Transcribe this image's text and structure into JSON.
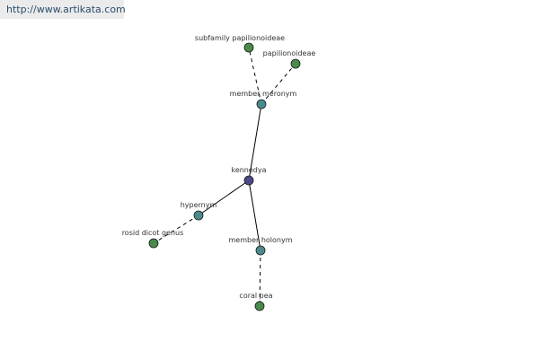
{
  "site": {
    "url": "http://www.artikata.com"
  },
  "graph": {
    "nodes": [
      {
        "id": "subfamily-papilionoideae",
        "label": "subfamily papilionoideae",
        "color": "#4a8a4a"
      },
      {
        "id": "papilionoideae",
        "label": "papilionoideae",
        "color": "#4a8a4a"
      },
      {
        "id": "member-meronym",
        "label": "member meronym",
        "color": "#4a8a8a"
      },
      {
        "id": "kennedya",
        "label": "kennedya",
        "color": "#4a4a8a"
      },
      {
        "id": "hypernym",
        "label": "hypernym",
        "color": "#4a8a8a"
      },
      {
        "id": "rosid-dicot-genus",
        "label": "rosid dicot genus",
        "color": "#4a8a4a"
      },
      {
        "id": "member-holonym",
        "label": "member holonym",
        "color": "#4a8a8a"
      },
      {
        "id": "coral-pea",
        "label": "coral pea",
        "color": "#4a8a4a"
      }
    ],
    "edges": [
      {
        "from": "kennedya",
        "to": "member-meronym",
        "style": "solid"
      },
      {
        "from": "kennedya",
        "to": "hypernym",
        "style": "solid"
      },
      {
        "from": "kennedya",
        "to": "member-holonym",
        "style": "solid"
      },
      {
        "from": "member-meronym",
        "to": "subfamily-papilionoideae",
        "style": "dashed"
      },
      {
        "from": "member-meronym",
        "to": "papilionoideae",
        "style": "dashed"
      },
      {
        "from": "hypernym",
        "to": "rosid-dicot-genus",
        "style": "dashed"
      },
      {
        "from": "member-holonym",
        "to": "coral-pea",
        "style": "dashed"
      }
    ]
  }
}
